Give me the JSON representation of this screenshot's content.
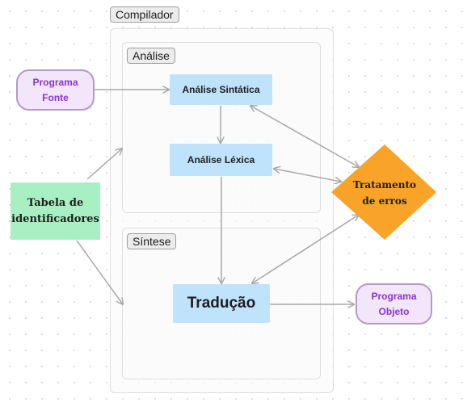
{
  "groups": {
    "compilador": "Compilador",
    "analise": "Análise",
    "sintese": "Síntese"
  },
  "nodes": {
    "programa_fonte": [
      "Programa",
      "Fonte"
    ],
    "analise_sintatica": "Análise Sintática",
    "analise_lexica": "Análise Léxica",
    "tabela": [
      "Tabela de",
      "identificadores"
    ],
    "traducao": "Tradução",
    "tratamento": [
      "Tratamento",
      "de erros"
    ],
    "programa_objeto": [
      "Programa",
      "Objeto"
    ]
  },
  "colors": {
    "process": "#bfe3fb",
    "io": "#f3e6fb",
    "io_text": "#8a33d6",
    "table": "#a8f0c4",
    "error": "#f9a328",
    "connector": "#a8a8a8"
  }
}
